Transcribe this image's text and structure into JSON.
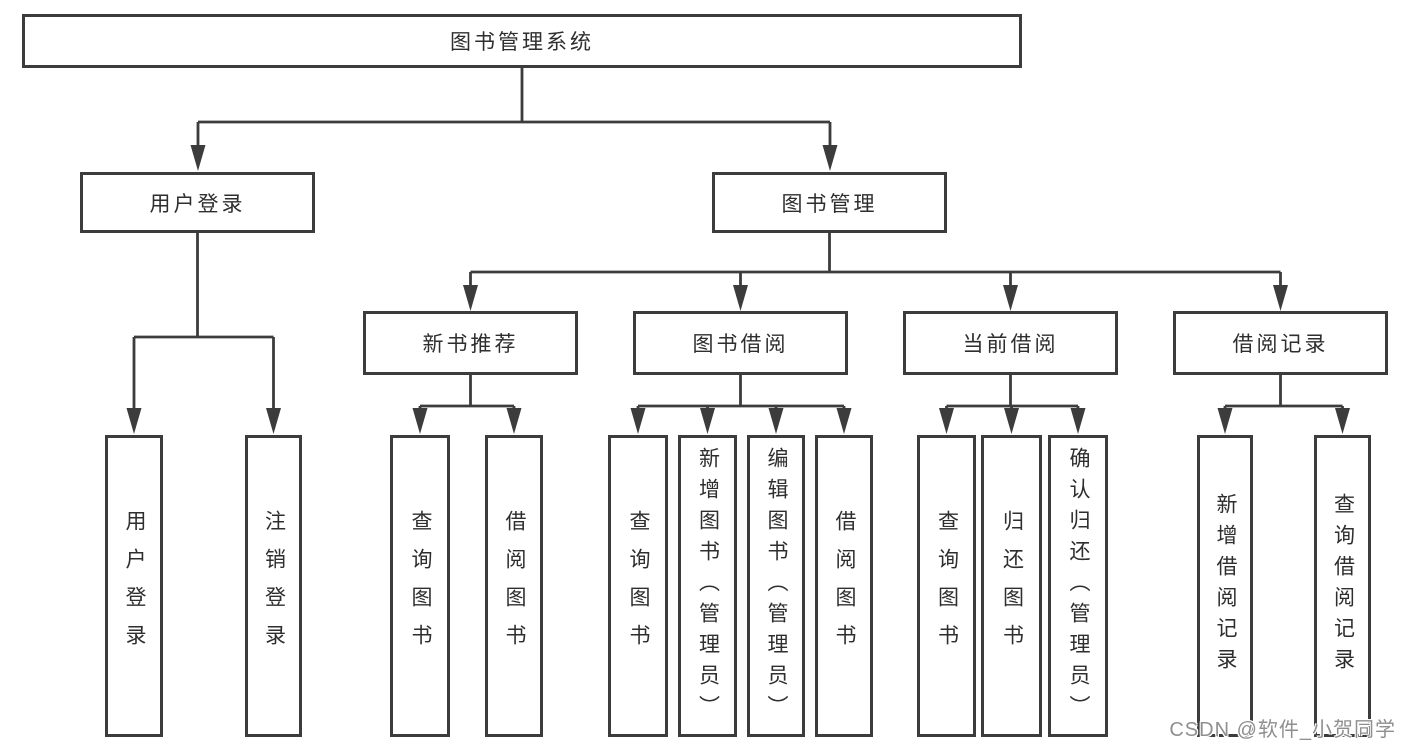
{
  "diagram": {
    "root": {
      "label": "图书管理系统"
    },
    "level2": [
      {
        "label": "用户登录"
      },
      {
        "label": "图书管理"
      }
    ],
    "level3": [
      {
        "label": "新书推荐"
      },
      {
        "label": "图书借阅"
      },
      {
        "label": "当前借阅"
      },
      {
        "label": "借阅记录"
      }
    ],
    "leaves": [
      {
        "label": "用户登录",
        "parent": "用户登录"
      },
      {
        "label": "注销登录",
        "parent": "用户登录"
      },
      {
        "label": "查询图书",
        "parent": "新书推荐"
      },
      {
        "label": "借阅图书",
        "parent": "新书推荐"
      },
      {
        "label": "查询图书",
        "parent": "图书借阅"
      },
      {
        "label": "新增图书（管理员）",
        "parent": "图书借阅"
      },
      {
        "label": "编辑图书（管理员）",
        "parent": "图书借阅"
      },
      {
        "label": "借阅图书",
        "parent": "图书借阅"
      },
      {
        "label": "查询图书",
        "parent": "当前借阅"
      },
      {
        "label": "归还图书",
        "parent": "当前借阅"
      },
      {
        "label": "确认归还（管理员）",
        "parent": "当前借阅"
      },
      {
        "label": "新增借阅记录",
        "parent": "借阅记录"
      },
      {
        "label": "查询借阅记录",
        "parent": "借阅记录"
      }
    ]
  },
  "watermark": {
    "text": "CSDN @软件_小贺同学"
  },
  "colors": {
    "line": "#3c3c3c",
    "border": "#3c3c3c",
    "text": "#2e2e2e",
    "watermark": "#8f8f8f",
    "background": "#ffffff"
  }
}
